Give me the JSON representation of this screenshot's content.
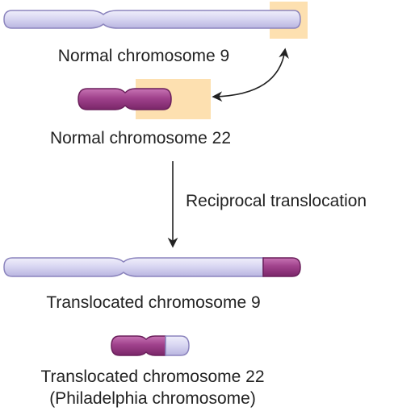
{
  "labels": {
    "normal_chr9": "Normal chromosome 9",
    "normal_chr22": "Normal chromosome 22",
    "process": "Reciprocal translocation",
    "trans_chr9": "Translocated chromosome 9",
    "trans_chr22_line1": "Translocated chromosome 22",
    "trans_chr22_line2": "(Philadelphia chromosome)"
  },
  "colors": {
    "chr9_fill": "#d8d6f2",
    "chr9_stroke": "#8b84bd",
    "chr22_fill": "#9b3a86",
    "chr22_light": "#c36eaf",
    "chr22_stroke": "#6a1f5b",
    "highlight": "#fde0b0",
    "arrow": "#222222"
  }
}
